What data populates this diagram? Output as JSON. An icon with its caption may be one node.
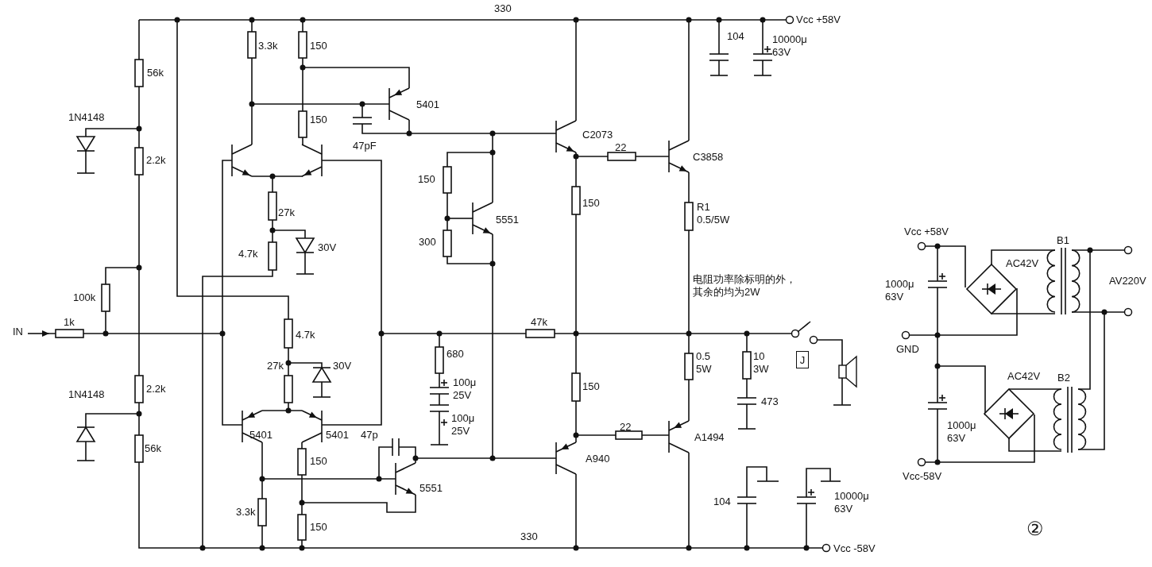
{
  "diagram": {
    "nodes": [
      {
        "text": [
          "J"
        ]
      }
    ],
    "labels": [
      "330",
      "Vcc +58V",
      "3.3k",
      "150",
      "104",
      "10000μ 63V",
      "56k",
      "1N4148",
      "150",
      "5401",
      "47pF",
      "C2073",
      "22",
      "C3858",
      "2.2k",
      "150",
      "150",
      "27k",
      "R1 0.5/5W",
      "5551",
      "300",
      "4.7k",
      "30V",
      "电阻功率除标明的外，其余的均为2W",
      "100k",
      "IN",
      "1k",
      "47k",
      "4.7k",
      "680",
      "0.5 5W",
      "27k",
      "30V",
      "10 3W",
      "100μ 25V",
      "473",
      "100μ 25V",
      "2.2k",
      "1N4148",
      "5401",
      "5401",
      "56k",
      "47p",
      "150",
      "A940",
      "22",
      "A1494",
      "5551",
      "3.3k",
      "150",
      "104",
      "10000μ 63V",
      "330",
      "Vcc -58V",
      "Vcc +58V",
      "B1",
      "AC42V",
      "AV220V",
      "1000μ 63V",
      "GND",
      "AC42V",
      "B2",
      "1000μ 63V",
      "Vcc-58V",
      "②",
      "150"
    ]
  }
}
